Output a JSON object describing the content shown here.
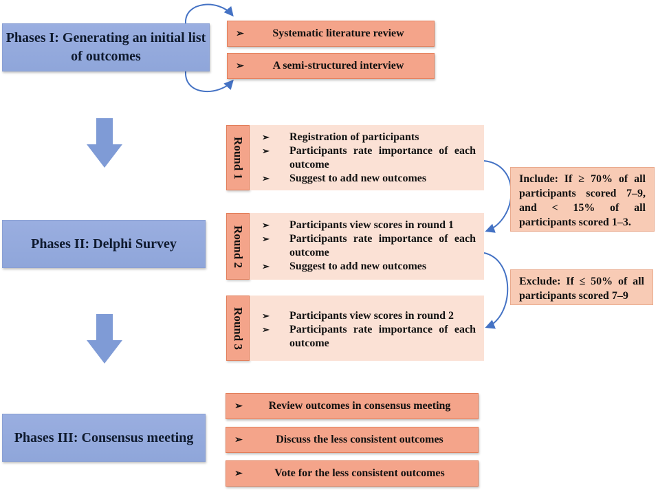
{
  "phase1": {
    "title": "Phases I: Generating an initial list of outcomes",
    "items": [
      "Systematic literature review",
      "A semi-structured interview"
    ]
  },
  "phase2": {
    "title": "Phases II: Delphi Survey",
    "rounds": [
      {
        "label": "Round 1",
        "items": [
          "Registration of participants",
          "Participants rate importance of each outcome",
          "Suggest to add new outcomes"
        ]
      },
      {
        "label": "Round 2",
        "items": [
          "Participants view scores in round 1",
          "Participants rate importance of each outcome",
          "Suggest to add new outcomes"
        ]
      },
      {
        "label": "Round 3",
        "items": [
          "Participants view scores in round 2",
          "Participants rate importance of each outcome"
        ]
      }
    ],
    "include_rule": "Include: If ≥ 70% of all participants scored 7–9, and < 15% of all participants scored 1–3.",
    "exclude_rule": "Exclude: If ≤ 50% of all participants scored 7–9"
  },
  "phase3": {
    "title": "Phases III: Consensus meeting",
    "items": [
      "Review outcomes in consensus meeting",
      "Discuss the less consistent outcomes",
      "Vote for the less consistent outcomes"
    ]
  },
  "bullet_glyph": "➢",
  "colors": {
    "phase_box": "#8fa6da",
    "step_box": "#f4a48a",
    "round_body": "#fbe1d5",
    "rule_box": "#f8cbb5",
    "connector": "#4472c4",
    "down_arrow": "#7f9bd6"
  }
}
